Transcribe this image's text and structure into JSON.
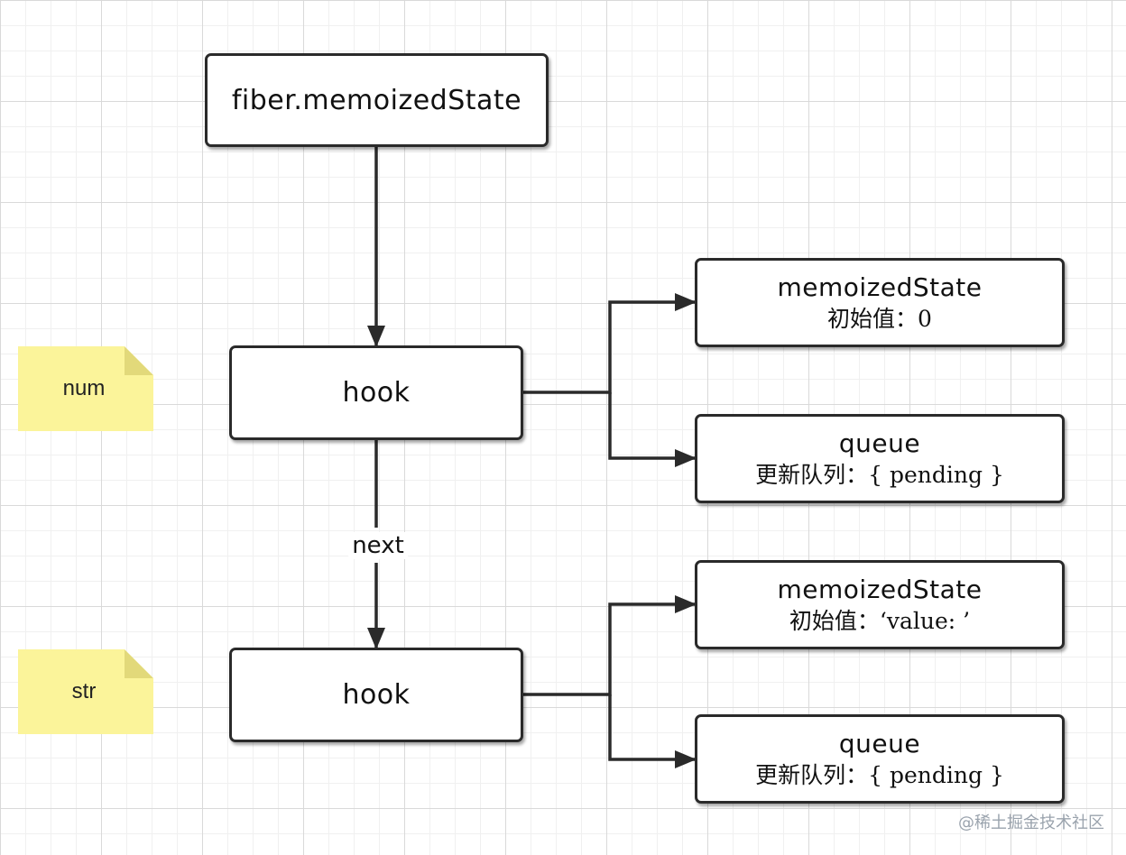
{
  "root": {
    "label": "fiber.memoizedState"
  },
  "hooks": [
    {
      "note": "num",
      "label": "hook",
      "state": {
        "title": "memoizedState",
        "detail": "初始值：0"
      },
      "queue": {
        "title": "queue",
        "detail": "更新队列：{ pending }"
      }
    },
    {
      "note": "str",
      "label": "hook",
      "state": {
        "title": "memoizedState",
        "detail": "初始值：‘value: ’"
      },
      "queue": {
        "title": "queue",
        "detail": "更新队列：{ pending }"
      }
    }
  ],
  "edge_label": "next",
  "watermark": "@稀土掘金技术社区",
  "colors": {
    "line": "#2a2a2a",
    "note": "#fbf49a",
    "grid": "#d9d9d9"
  }
}
